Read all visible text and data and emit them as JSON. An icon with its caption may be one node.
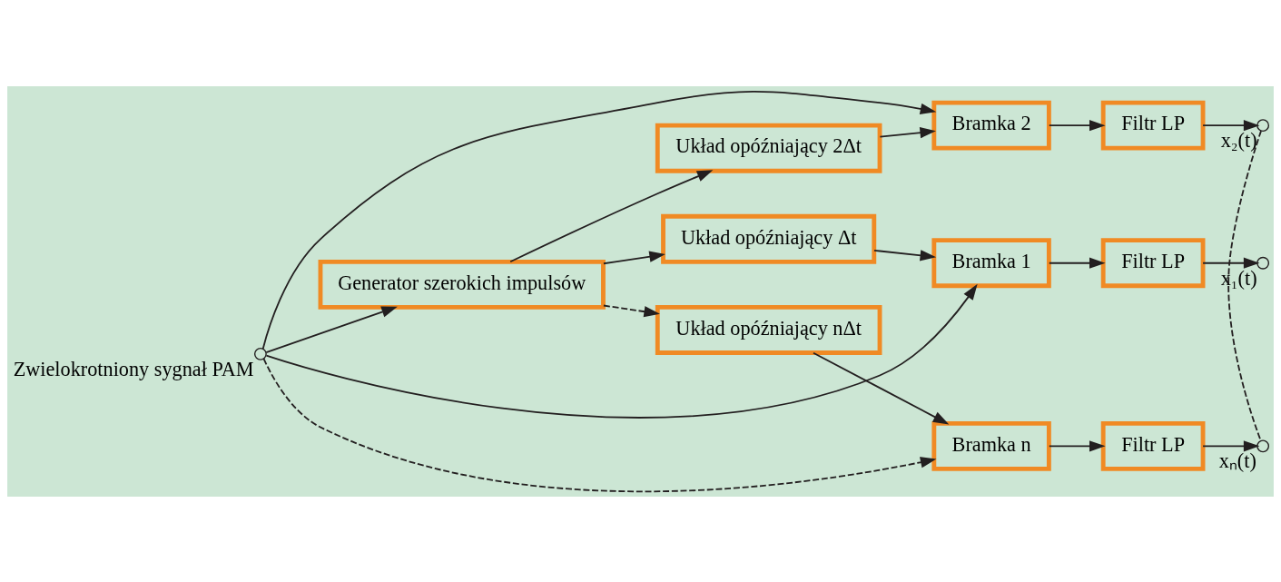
{
  "diagram": {
    "nodes": [
      {
        "text": [],
        "shape": "circle",
        "beside": [
          "Zwielokrotniony sygnał PAM"
        ]
      },
      {
        "text": [
          "Generator szerokich impulsów"
        ]
      },
      {
        "text": [
          "Układ opóźniający Δt"
        ]
      },
      {
        "text": [
          "Bramka 1"
        ]
      },
      {
        "text": [
          "Filtr LP"
        ]
      },
      {
        "text": [],
        "shape": "circle",
        "beside": [
          "x₁(t)"
        ]
      },
      {
        "text": [
          "Układ opóźniający 2Δt"
        ]
      },
      {
        "text": [
          "Bramka 2"
        ]
      },
      {
        "text": [
          "Filtr LP"
        ]
      },
      {
        "text": [],
        "shape": "circle",
        "beside": [
          "x₂(t)"
        ]
      },
      {
        "text": [
          "Układ opóźniający nΔt"
        ]
      },
      {
        "text": [
          "Bramka n"
        ]
      },
      {
        "text": [
          "Filtr LP"
        ]
      },
      {
        "text": [],
        "shape": "circle",
        "beside": [
          "xₙ(t)"
        ]
      }
    ],
    "edges": [
      {
        "from": 0,
        "to": 1,
        "arrow": "to"
      },
      {
        "from": 0,
        "to": 3,
        "arrow": "to"
      },
      {
        "from": 0,
        "to": 7,
        "arrow": "to"
      },
      {
        "from": 0,
        "to": 11,
        "arrow": "to",
        "style": "dashed"
      },
      {
        "from": 1,
        "to": 2,
        "arrow": "to"
      },
      {
        "from": 1,
        "to": 6,
        "arrow": "to"
      },
      {
        "from": 1,
        "to": 10,
        "arrow": "to",
        "style": "dashed"
      },
      {
        "from": 2,
        "to": 3,
        "arrow": "to"
      },
      {
        "from": 3,
        "to": 4,
        "arrow": "to"
      },
      {
        "from": 4,
        "to": 5,
        "arrow": "to"
      },
      {
        "from": 6,
        "to": 7,
        "arrow": "to"
      },
      {
        "from": 7,
        "to": 8,
        "arrow": "to"
      },
      {
        "from": 8,
        "to": 9,
        "arrow": "to"
      },
      {
        "from": 10,
        "to": 11,
        "arrow": "to"
      },
      {
        "from": 11,
        "to": 12,
        "arrow": "to"
      },
      {
        "from": 12,
        "to": 13,
        "arrow": "to"
      },
      {
        "from": 9,
        "to": 13,
        "arrow": "none",
        "style": "dashed"
      }
    ]
  }
}
